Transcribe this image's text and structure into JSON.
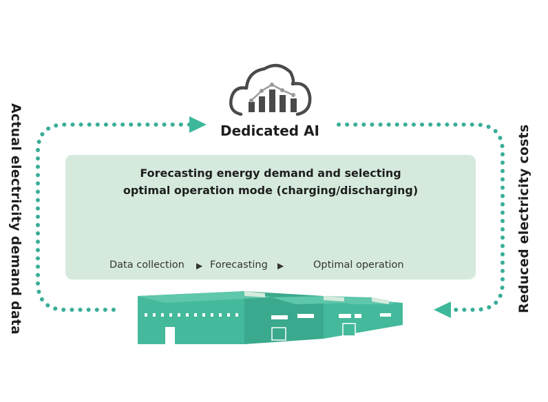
{
  "left_label": "Actual electricity demand data",
  "right_label": "Reduced electricity costs",
  "ai": {
    "title": "Dedicated AI",
    "icon": "cloud-chart-icon"
  },
  "panel": {
    "heading_line1": "Forecasting energy demand and selecting",
    "heading_line2": "optimal operation mode (charging/discharging)",
    "steps": [
      {
        "label": "Data collection",
        "icons": [
          "building-icon",
          "sun-icon",
          "rain-cloud-icon"
        ]
      },
      {
        "label": "Forecasting",
        "icons": [
          "laptop-cloud-icon"
        ]
      },
      {
        "label": "Optimal operation",
        "icons": [
          "chip-icon",
          "battery-icon",
          "solar-battery-icon",
          "solar-panel-icon"
        ]
      }
    ],
    "step_separator": "▶"
  },
  "colors": {
    "accent": "#3db89a",
    "dots": "#3aae97",
    "panel_bg": "#d5eadd",
    "icon_gray": "#4a4a4a",
    "factory": "#45b99c"
  },
  "factory": {
    "icon": "factory-icon"
  }
}
